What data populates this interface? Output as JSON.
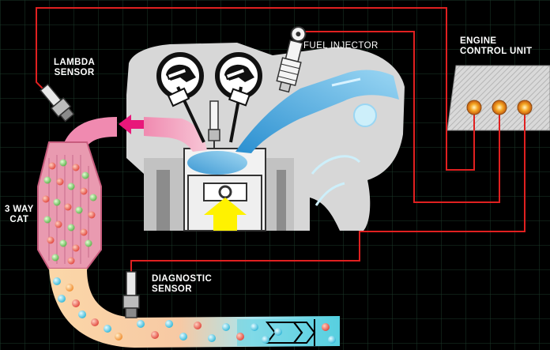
{
  "labels": {
    "fuel_injector": "FUEL INJECTOR",
    "ecu_line1": "ENGINE",
    "ecu_line2": "CONTROL UNIT",
    "lambda_line1": "LAMBDA",
    "lambda_line2": "SENSOR",
    "cat_line1": "3 WAY",
    "cat_line2": "CAT",
    "diag_line1": "DIAGNOSTIC",
    "diag_line2": "SENSOR"
  },
  "colors": {
    "background": "#000000",
    "grid": "#1b3a2a",
    "wire": "#e02020",
    "engine_body": "#d6d6d6",
    "engine_shadow": "#9a9a9a",
    "intake_blue": "#4fb3e6",
    "exhaust_pink": "#f2a0b8",
    "arrow_magenta": "#e8177a",
    "piston_arrow": "#fff200",
    "cat_body": "#e89aae",
    "ecu_panel": "#cfcfcf",
    "ecu_led": "#f5a623"
  },
  "icons": [
    "spark-plug-icon",
    "fuel-injector-icon",
    "lambda-sensor-icon",
    "diagnostic-sensor-icon",
    "camshaft-icon"
  ]
}
